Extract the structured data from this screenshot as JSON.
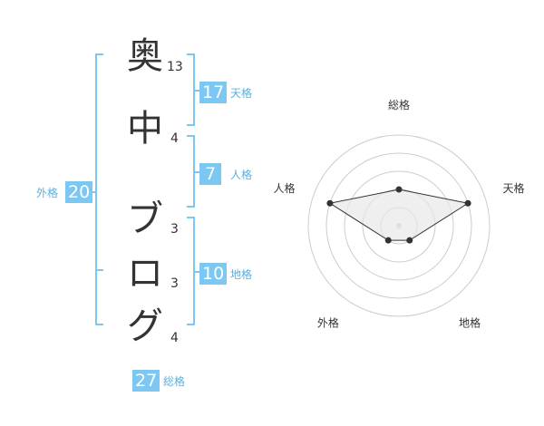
{
  "name_chars": [
    {
      "char": "奥",
      "strokes": "13"
    },
    {
      "char": "中",
      "strokes": "4"
    },
    {
      "char": "ブ",
      "strokes": "3"
    },
    {
      "char": "ロ",
      "strokes": "3"
    },
    {
      "char": "グ",
      "strokes": "4"
    }
  ],
  "kakusu": {
    "tenkaku": {
      "value": "17",
      "label": "天格"
    },
    "jinkaku": {
      "value": "7",
      "label": "人格"
    },
    "chikaku": {
      "value": "10",
      "label": "地格"
    },
    "gaikaku": {
      "value": "20",
      "label": "外格"
    },
    "soukaku": {
      "value": "27",
      "label": "総格"
    }
  },
  "colors": {
    "accent": "#7cc8f2",
    "label": "#5bb0dd",
    "text": "#333333",
    "grid": "#cccccc",
    "fill": "#e8e8e8"
  },
  "chart_data": {
    "type": "radar",
    "axes": [
      "総格",
      "天格",
      "地格",
      "外格",
      "人格"
    ],
    "values": [
      2,
      4,
      1,
      1,
      4
    ],
    "rmax": 5,
    "rings": 5
  }
}
